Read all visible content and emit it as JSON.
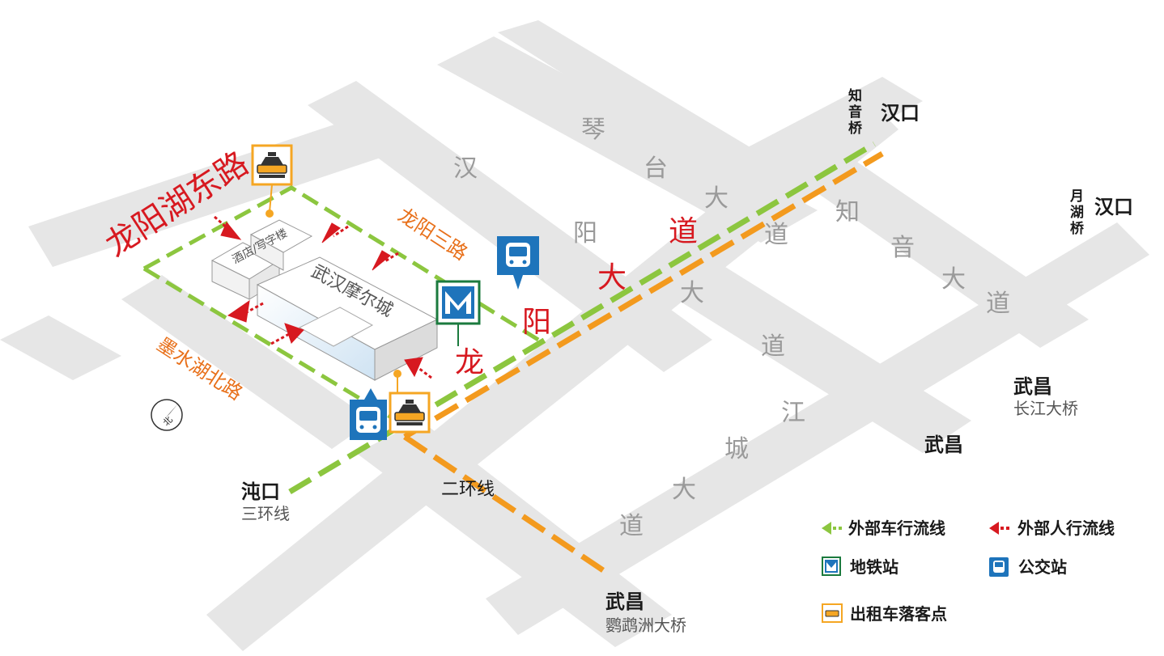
{
  "colors": {
    "road": "#e6e6e6",
    "vehicle_route": "#8cc63f",
    "line_two_ring": "#f39a1e",
    "pedestrian_flow": "#d71920",
    "orange_label": "#e8701a",
    "metro": "#1b7a3e",
    "bus": "#1e74bb",
    "taxi": "#f5a623"
  },
  "roads": {
    "longyang_hudong": "龙阳湖东路",
    "longyang_sanlu": "龙阳三路",
    "moshuihu_beilu": "墨水湖北路",
    "hanyang_dadao": [
      "汉",
      "阳",
      "大",
      "道"
    ],
    "qintai_dadao": [
      "琴",
      "台",
      "大",
      "道"
    ],
    "zhiyin_dadao": [
      "知",
      "音",
      "大",
      "道"
    ],
    "jiangcheng_dadao": [
      "江",
      "城",
      "大",
      "道"
    ],
    "longyang_dadao": [
      "龙",
      "阳",
      "大",
      "道"
    ],
    "erhuan": "二环线"
  },
  "buildings": {
    "hotel_office": "酒店/写字楼",
    "mall": "武汉摩尔城"
  },
  "destinations": {
    "hankou_1": {
      "vertical": [
        "知",
        "音",
        "桥"
      ],
      "main": "汉口"
    },
    "hankou_2": {
      "vertical": [
        "月",
        "湖",
        "桥"
      ],
      "main": "汉口"
    },
    "wuchang_1": {
      "main": "武昌",
      "sub": "长江大桥"
    },
    "wuchang_2": {
      "main": "武昌"
    },
    "wuchang_3": {
      "main": "武昌",
      "sub": "鹦鹉洲大桥"
    },
    "zhuankou": {
      "main": "沌口",
      "sub": "三环线"
    }
  },
  "compass": {
    "label": "北"
  },
  "legend": {
    "vehicle_flow": "外部车行流线",
    "pedestrian_flow": "外部人行流线",
    "metro_station": "地铁站",
    "bus_station": "公交站",
    "taxi_dropoff": "出租车落客点"
  }
}
